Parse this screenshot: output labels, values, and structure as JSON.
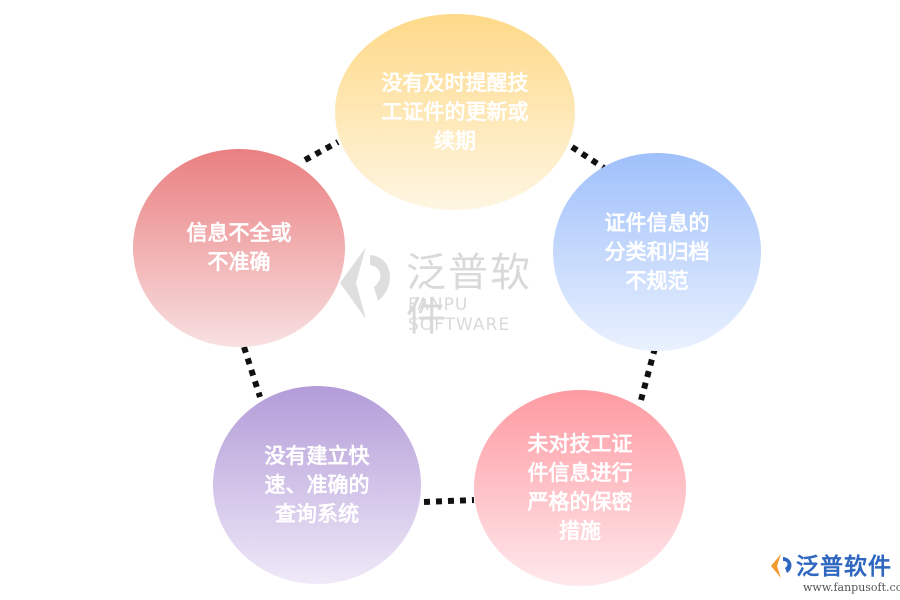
{
  "nodes": [
    {
      "label": "没有及时提醒技工证件的更新或续期"
    },
    {
      "label": "证件信息的分类和归档不规范"
    },
    {
      "label": "未对技工证件信息进行严格的保密措施"
    },
    {
      "label": "没有建立快速、准确的查询系统"
    },
    {
      "label": "信息不全或不准确"
    }
  ],
  "watermark": {
    "title": "泛普软件",
    "subtitle": "FANPU SOFTWARE",
    "logo_icon": "fanpu-logo-icon"
  },
  "brand": {
    "title": "泛普软件",
    "url": "www.fanpusoft.com",
    "logo_icon": "fanpu-logo-icon"
  },
  "colors": {
    "node1": "#fed988",
    "node2": "#9fc0fb",
    "node3": "#fe9aa2",
    "node4": "#b39cd8",
    "node5": "#ea7f80",
    "connector": "#111111",
    "brand_blue": "#2f67c0",
    "brand_orange": "#f29a2e"
  }
}
